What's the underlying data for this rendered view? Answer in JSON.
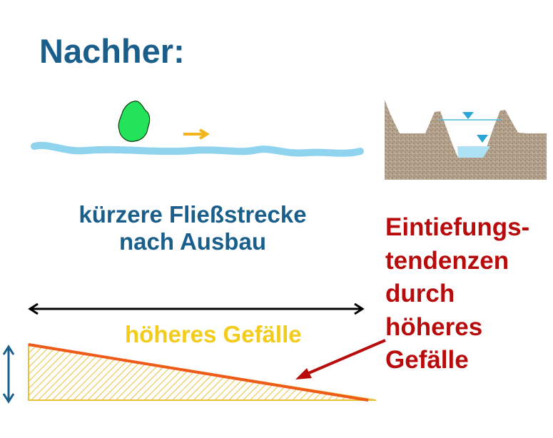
{
  "title": "Nachher:",
  "labels": {
    "channel_line1": "kürzere Fließstrecke",
    "channel_line2": "nach Ausbau",
    "slope": "höheres Gefälle",
    "incision": [
      "Eintiefungs-",
      "tendenzen",
      "durch",
      "höheres",
      "Gefälle"
    ]
  },
  "colors": {
    "title": "#1a5f8c",
    "river": "#8fd3ee",
    "tree": "#22e35a",
    "flow_arrow": "#f3b51c",
    "slope_text": "#f3cb1a",
    "slope_line": "#ee5a18",
    "hatch": "#e8c13a",
    "incision_text": "#b80c0c",
    "soil": "#b3a08c",
    "water_marker": "#2aa5d6",
    "length_arrow": "#000000",
    "height_arrow": "#1a5f8c"
  }
}
